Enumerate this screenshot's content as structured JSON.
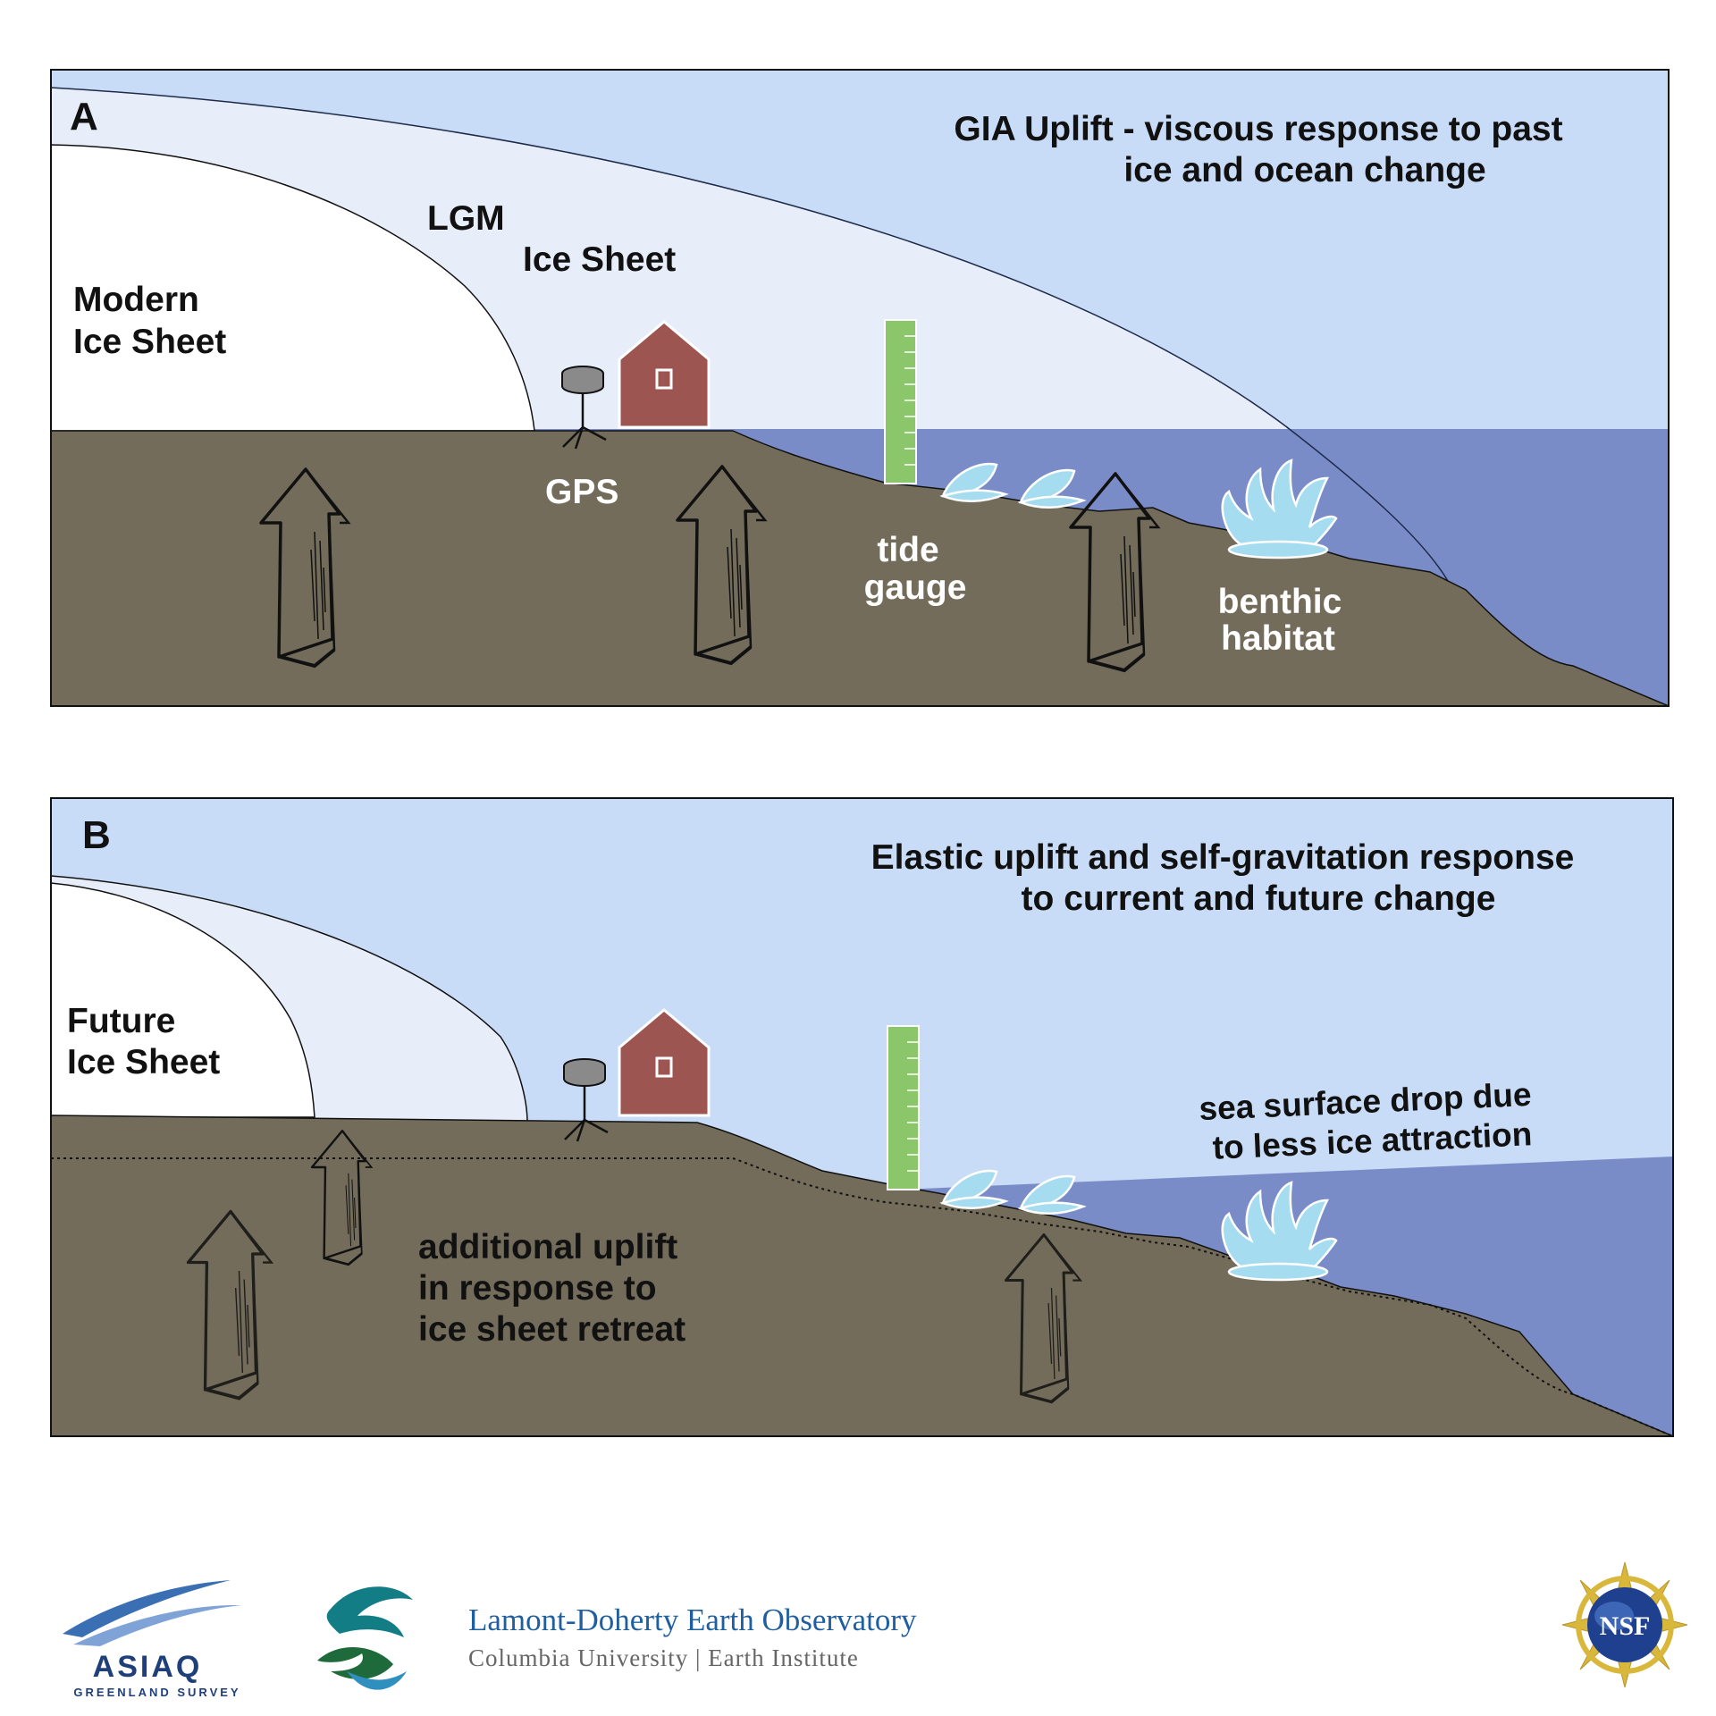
{
  "panel_a": {
    "letter": "A",
    "title_line1": "GIA Uplift - viscous response to past",
    "title_line2": "ice and ocean change",
    "lgm_line1": "LGM",
    "lgm_line2": "Ice Sheet",
    "modern_line1": "Modern",
    "modern_line2": "Ice Sheet",
    "gps": "GPS",
    "tide_line1": "tide",
    "tide_line2": "gauge",
    "benthic_line1": "benthic",
    "benthic_line2": "habitat"
  },
  "panel_b": {
    "letter": "B",
    "title_line1": "Elastic uplift and self-gravitation response",
    "title_line2": "to current and future change",
    "future_line1": "Future",
    "future_line2": "Ice Sheet",
    "sea_line1": "sea surface drop due",
    "sea_line2": "to less ice attraction",
    "uplift_line1": "additional uplift",
    "uplift_line2": "in response to",
    "uplift_line3": "ice sheet retreat"
  },
  "logos": {
    "asiaq_name": "ASIAQ",
    "asiaq_sub": "GREENLAND SURVEY",
    "ldeo_line1": "Lamont-Doherty Earth Observatory",
    "ldeo_line2": "Columbia University | Earth Institute",
    "nsf": "NSF"
  },
  "colors": {
    "sky": "#c9dcf7",
    "lgm_ice": "#e8eef9",
    "modern_ice": "#ffffff",
    "ocean": "#7a8cc8",
    "ground": "#736c5b",
    "house": "#9c5550",
    "tide_gauge": "#8cc66a",
    "habitat": "#a6dcf0"
  }
}
